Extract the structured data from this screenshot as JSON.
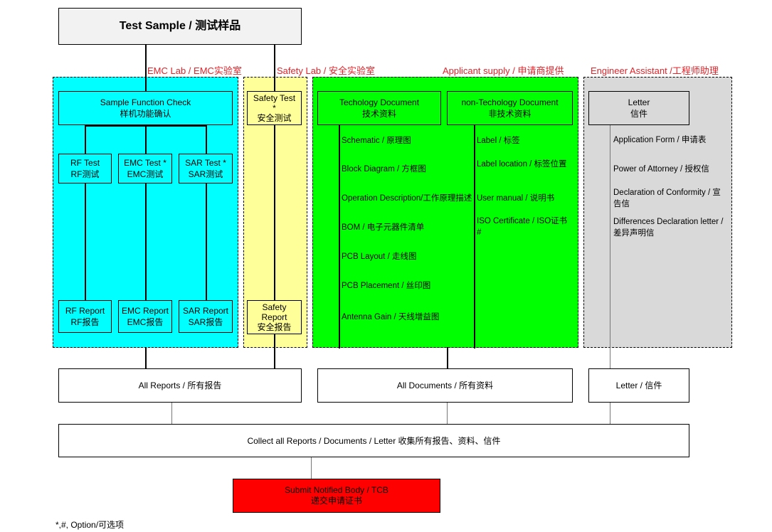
{
  "top": {
    "title": "Test Sample / 测试样品"
  },
  "lanes": {
    "emc": {
      "title": "EMC Lab / EMC实验室",
      "color": "#00ffff"
    },
    "safety": {
      "title": "Safety Lab / 安全实验室",
      "color": "#ffff99"
    },
    "applicant": {
      "title": "Applicant supply / 申请商提供",
      "color": "#00ff00"
    },
    "engineer": {
      "title": "Engineer Assistant /工程师助理",
      "color": "#d9d9d9"
    }
  },
  "emc": {
    "check": {
      "line1": "Sample Function Check",
      "line2": "样机功能确认"
    },
    "rf_test": {
      "line1": "RF Test",
      "line2": "RF测试"
    },
    "emc_test": {
      "line1": "EMC Test *",
      "line2": "EMC测试"
    },
    "sar_test": {
      "line1": "SAR Test *",
      "line2": "SAR测试"
    },
    "rf_report": {
      "line1": "RF Report",
      "line2": "RF报告"
    },
    "emc_report": {
      "line1": "EMC Report",
      "line2": "EMC报告"
    },
    "sar_report": {
      "line1": "SAR Report",
      "line2": "SAR报告"
    }
  },
  "safety": {
    "test": {
      "line1": "Safety Test",
      "line2": "*",
      "line3": "安全测试"
    },
    "report": {
      "line1": "Safety",
      "line2": "Report",
      "line3": "安全报告"
    }
  },
  "applicant": {
    "tech": {
      "line1": "Techology Document",
      "line2": "技术资料"
    },
    "nontech": {
      "line1": "non-Techology Document",
      "line2": "非技术资料"
    },
    "tech_items": [
      "Schematic / 原理图",
      "Block Diagram / 方框图",
      "Operation Description/工作原理描述",
      "BOM / 电子元器件清单",
      "PCB Layout / 走线图",
      "PCB Placement /  丝印图",
      "Antenna Gain / 天线增益图"
    ],
    "nontech_items": [
      "Label / 标签",
      "Label location / 标签位置",
      "User manual / 说明书",
      "ISO Certificate / ISO证书 #"
    ]
  },
  "engineer": {
    "letter": {
      "line1": "Letter",
      "line2": "信件"
    },
    "items": [
      "Application Form / 申请表",
      "Power of Attorney / 授权信",
      "Declaration of Conformity / 宣告信",
      "Differences Declaration letter / 差异声明信"
    ]
  },
  "bottom": {
    "all_reports": "All Reports / 所有报告",
    "all_documents": "All Documents / 所有资料",
    "letter": "Letter / 信件",
    "collect": "Collect all Reports / Documents / Letter 收集所有报告、资料、信件",
    "submit": {
      "line1": "Submit Notified Body / TCB",
      "line2": "递交申请证书",
      "color": "#ff0000"
    }
  },
  "footnote": "*,#, Option/可选项"
}
